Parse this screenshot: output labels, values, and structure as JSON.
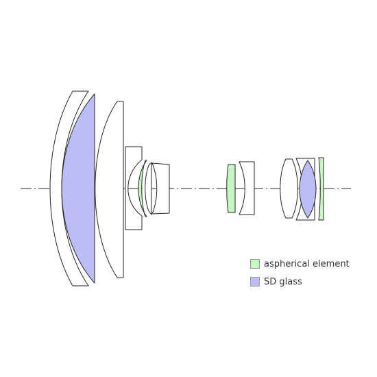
{
  "colors": {
    "aspherical": "#c8f5c4",
    "sd_glass": "#bcbcf7",
    "plain": "#ffffff",
    "outline": "#222222"
  },
  "legend": [
    {
      "key": "aspherical",
      "label": "aspherical element"
    },
    {
      "key": "sd_glass",
      "label": "SD glass"
    }
  ],
  "elements": [
    {
      "name": "front-meniscus-element",
      "material": "plain"
    },
    {
      "name": "front-sd-glass-element",
      "material": "sd_glass"
    },
    {
      "name": "second-meniscus-element",
      "material": "plain"
    },
    {
      "name": "flange-meniscus-element",
      "material": "plain"
    },
    {
      "name": "aspherical-element-1",
      "material": "aspherical"
    },
    {
      "name": "middle-lens-element",
      "material": "plain"
    },
    {
      "name": "small-group-element",
      "material": "plain"
    },
    {
      "name": "aspherical-element-2",
      "material": "aspherical"
    },
    {
      "name": "concave-lens-element",
      "material": "plain"
    },
    {
      "name": "rear-biconvex-element",
      "material": "plain"
    },
    {
      "name": "rear-meniscus-element",
      "material": "plain"
    },
    {
      "name": "rear-sd-glass-element",
      "material": "sd_glass"
    },
    {
      "name": "aspherical-element-3",
      "material": "aspherical"
    }
  ]
}
